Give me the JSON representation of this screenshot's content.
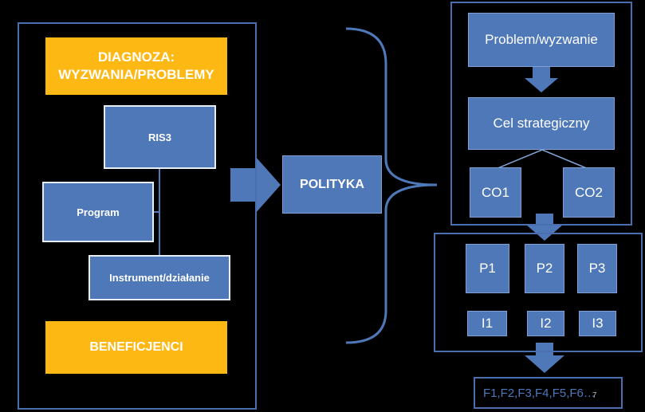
{
  "left_panel": {
    "diagnosis_label": "DIAGNOZA:\nWYZWANIA/PROBLEMY",
    "ris3_label": "RIS3",
    "program_label": "Program",
    "instrument_label": "Instrument/działanie",
    "beneficiaries_label": "BENEFICJENCI"
  },
  "center": {
    "policy_label": "POLITYKA"
  },
  "right_panel": {
    "problem_label": "Problem/wyzwanie",
    "strategic_goal_label": "Cel strategiczny",
    "co1_label": "CO1",
    "co2_label": "CO2",
    "p1_label": "P1",
    "p2_label": "P2",
    "p3_label": "P3",
    "i1_label": "I1",
    "i2_label": "I2",
    "i3_label": "I3",
    "f_label": "F1,F2,F3,F4,F5,F6…",
    "page_number": "7"
  },
  "colors": {
    "background": "#000000",
    "box_blue": "#4f78b8",
    "frame_blue": "#4a6fae",
    "yellow": "#fdb813"
  }
}
